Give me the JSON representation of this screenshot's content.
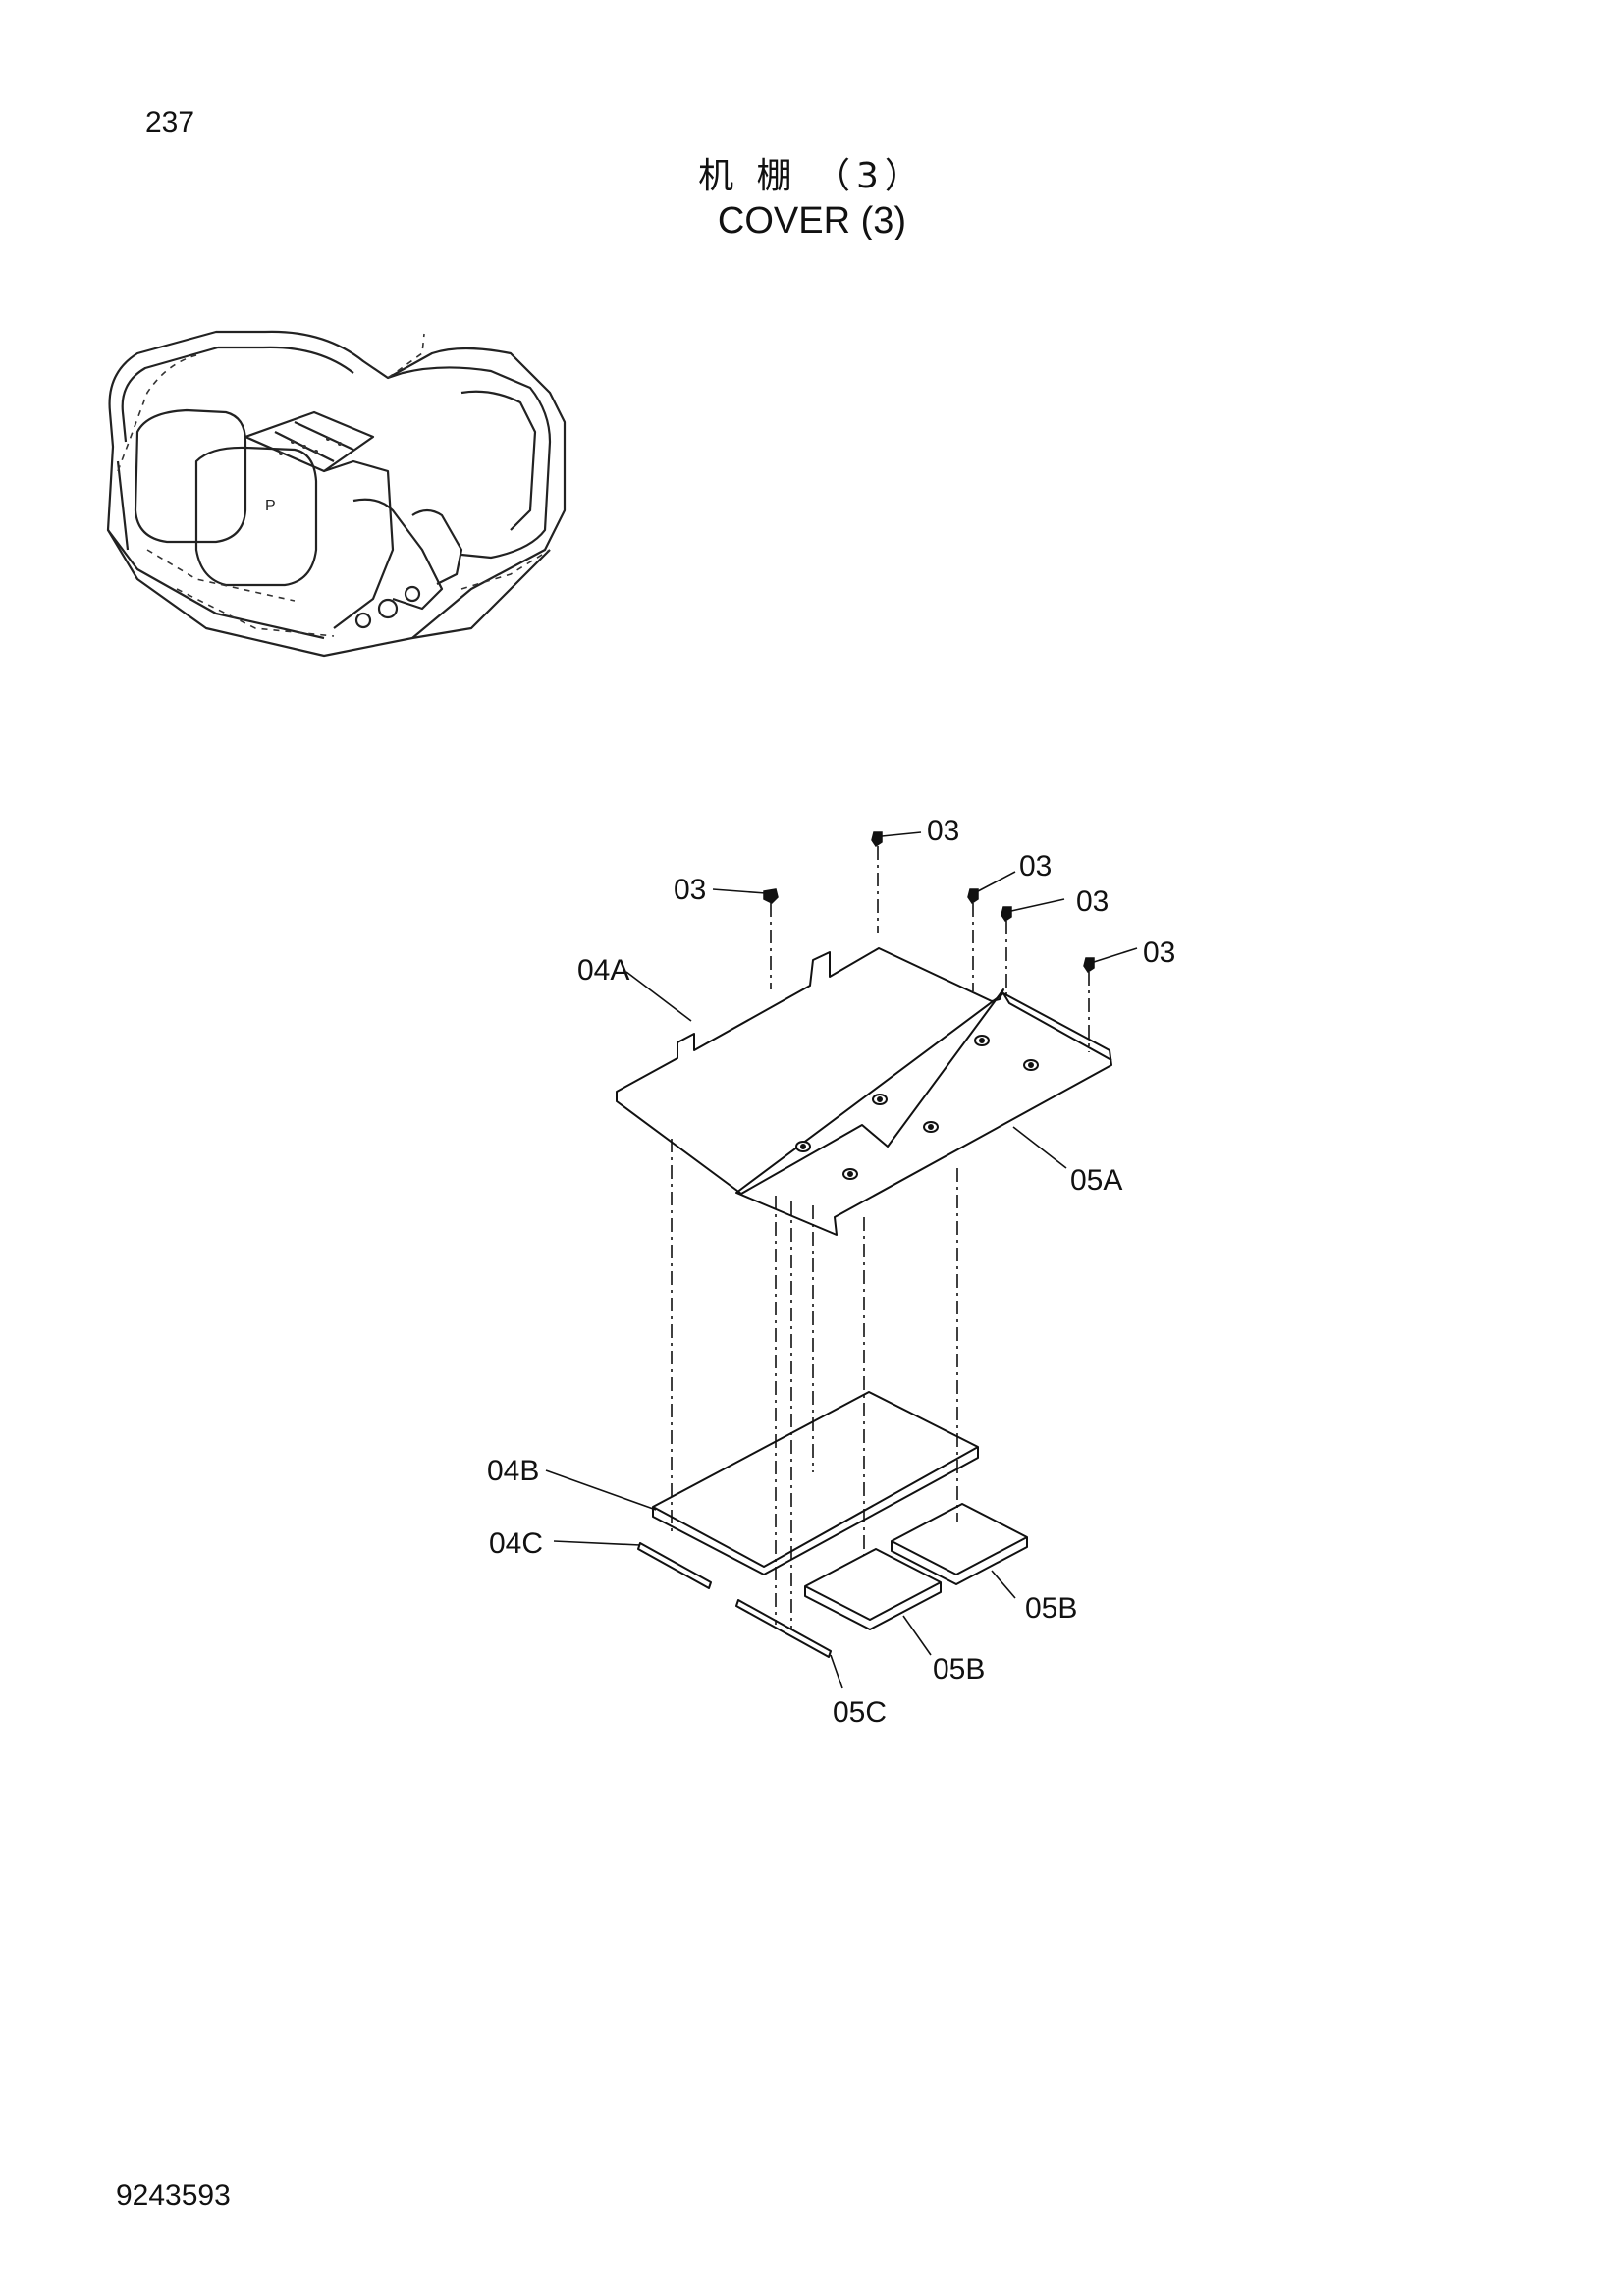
{
  "page_number": "237",
  "title_cn": "机 棚 （3）",
  "title_en": "COVER (3)",
  "document_number": "9243593",
  "callouts": {
    "c03_a": "03",
    "c03_b": "03",
    "c03_c": "03",
    "c03_d": "03",
    "c03_e": "03",
    "c04a": "04A",
    "c05a": "05A",
    "c04b": "04B",
    "c04c": "04C",
    "c05b_a": "05B",
    "c05b_b": "05B",
    "c05c": "05C"
  }
}
